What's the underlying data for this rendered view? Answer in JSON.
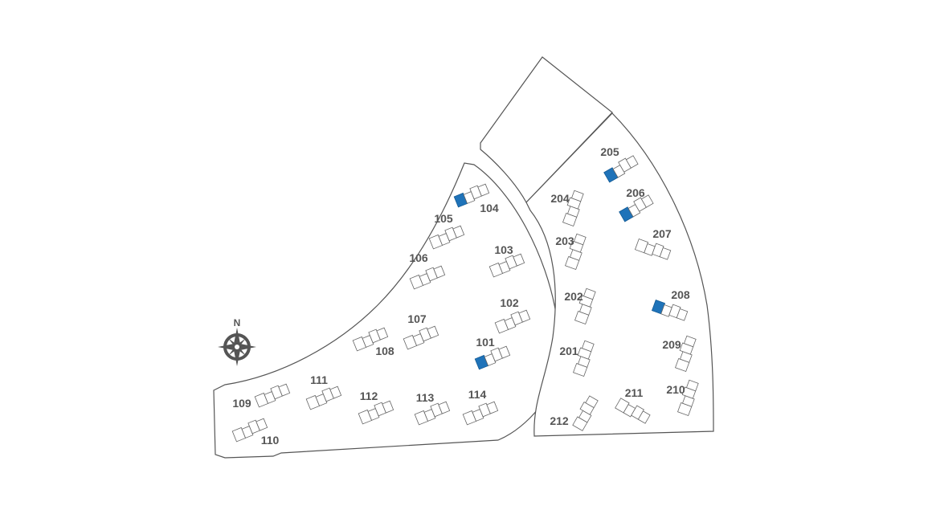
{
  "compass": {
    "label": "N",
    "icon": "compass-rose-icon"
  },
  "colors": {
    "available": "#1f73b9",
    "outline": "#555555"
  },
  "units": [
    {
      "id": "101",
      "highlighted": true
    },
    {
      "id": "102",
      "highlighted": false
    },
    {
      "id": "103",
      "highlighted": false
    },
    {
      "id": "104",
      "highlighted": true
    },
    {
      "id": "105",
      "highlighted": false
    },
    {
      "id": "106",
      "highlighted": false
    },
    {
      "id": "107",
      "highlighted": false
    },
    {
      "id": "108",
      "highlighted": false
    },
    {
      "id": "109",
      "highlighted": false
    },
    {
      "id": "110",
      "highlighted": false
    },
    {
      "id": "111",
      "highlighted": false
    },
    {
      "id": "112",
      "highlighted": false
    },
    {
      "id": "113",
      "highlighted": false
    },
    {
      "id": "114",
      "highlighted": false
    },
    {
      "id": "201",
      "highlighted": false
    },
    {
      "id": "202",
      "highlighted": false
    },
    {
      "id": "203",
      "highlighted": false
    },
    {
      "id": "204",
      "highlighted": false
    },
    {
      "id": "205",
      "highlighted": true
    },
    {
      "id": "206",
      "highlighted": true
    },
    {
      "id": "207",
      "highlighted": false
    },
    {
      "id": "208",
      "highlighted": true
    },
    {
      "id": "209",
      "highlighted": false
    },
    {
      "id": "210",
      "highlighted": false
    },
    {
      "id": "211",
      "highlighted": false
    },
    {
      "id": "212",
      "highlighted": false
    }
  ]
}
